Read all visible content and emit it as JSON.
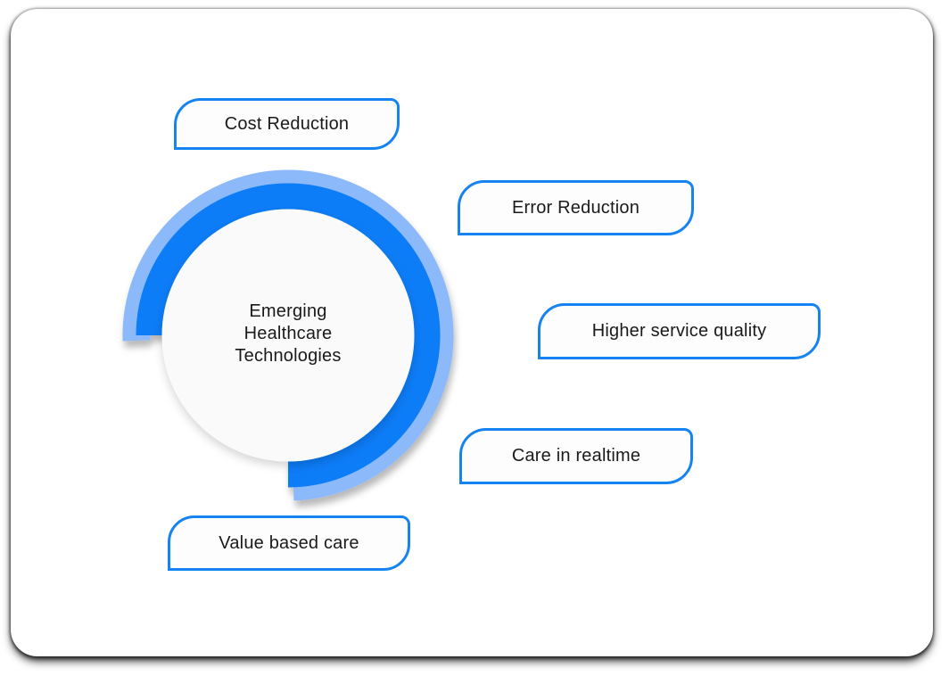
{
  "diagram": {
    "center": {
      "lines": [
        "Emerging",
        "Healthcare",
        "Technologies"
      ]
    },
    "items": [
      {
        "label": "Cost Reduction"
      },
      {
        "label": "Error Reduction"
      },
      {
        "label": "Higher service quality"
      },
      {
        "label": "Care in realtime"
      },
      {
        "label": "Value based care"
      }
    ],
    "colors": {
      "arc_dark": "#0b7cf7",
      "arc_light": "#8cb9f9",
      "box_border": "#1583f2",
      "box_fill": "#fdfdfd",
      "circle_fill": "#fafafa",
      "text": "#1a1a1a"
    }
  }
}
